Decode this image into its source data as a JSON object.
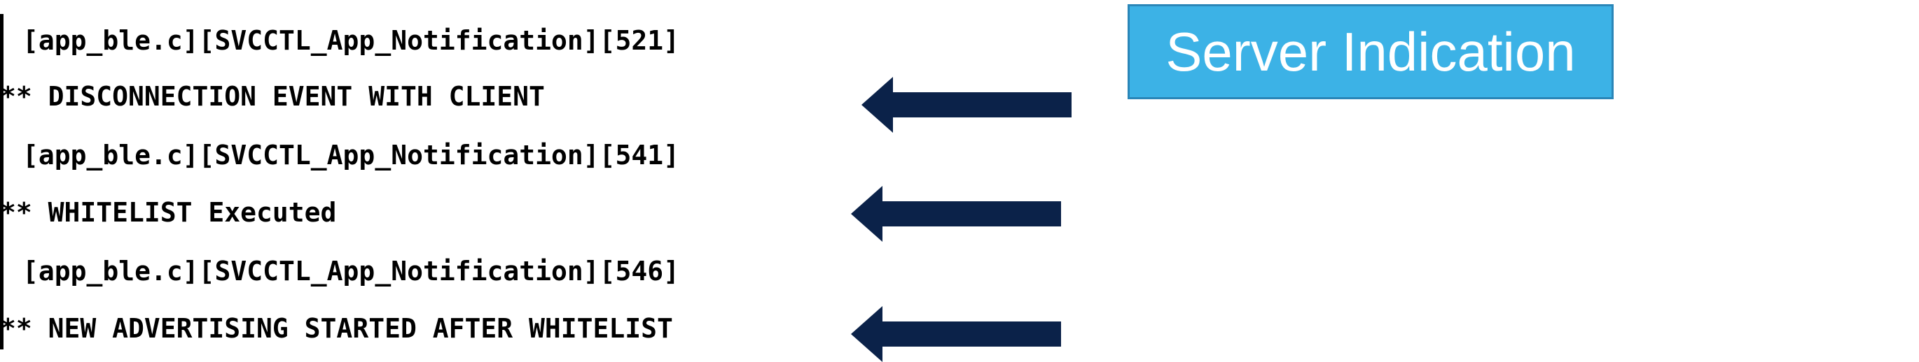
{
  "log": {
    "lines": [
      {
        "type": "source",
        "text": "[app_ble.c][SVCCTL_App_Notification][521]"
      },
      {
        "type": "event",
        "text": "** DISCONNECTION EVENT WITH CLIENT"
      },
      {
        "type": "source",
        "text": "[app_ble.c][SVCCTL_App_Notification][541]"
      },
      {
        "type": "event",
        "text": "** WHITELIST Executed"
      },
      {
        "type": "source",
        "text": "[app_ble.c][SVCCTL_App_Notification][546]"
      },
      {
        "type": "event",
        "text": "** NEW ADVERTISING STARTED AFTER WHITELIST"
      }
    ]
  },
  "indication": {
    "label": "Server Indication",
    "background_color": "#3cb2e6",
    "border_color": "#2a86b8",
    "text_color": "#ffffff"
  },
  "arrows": [
    {
      "icon": "arrow-left-icon",
      "points_to": "log.lines.1",
      "color": "#0b2249"
    },
    {
      "icon": "arrow-left-icon",
      "points_to": "log.lines.3",
      "color": "#0b2249"
    },
    {
      "icon": "arrow-left-icon",
      "points_to": "log.lines.5",
      "color": "#0b2249"
    }
  ],
  "colors": {
    "background": "#ffffff",
    "log_text": "#000000",
    "arrow": "#0b2249"
  }
}
